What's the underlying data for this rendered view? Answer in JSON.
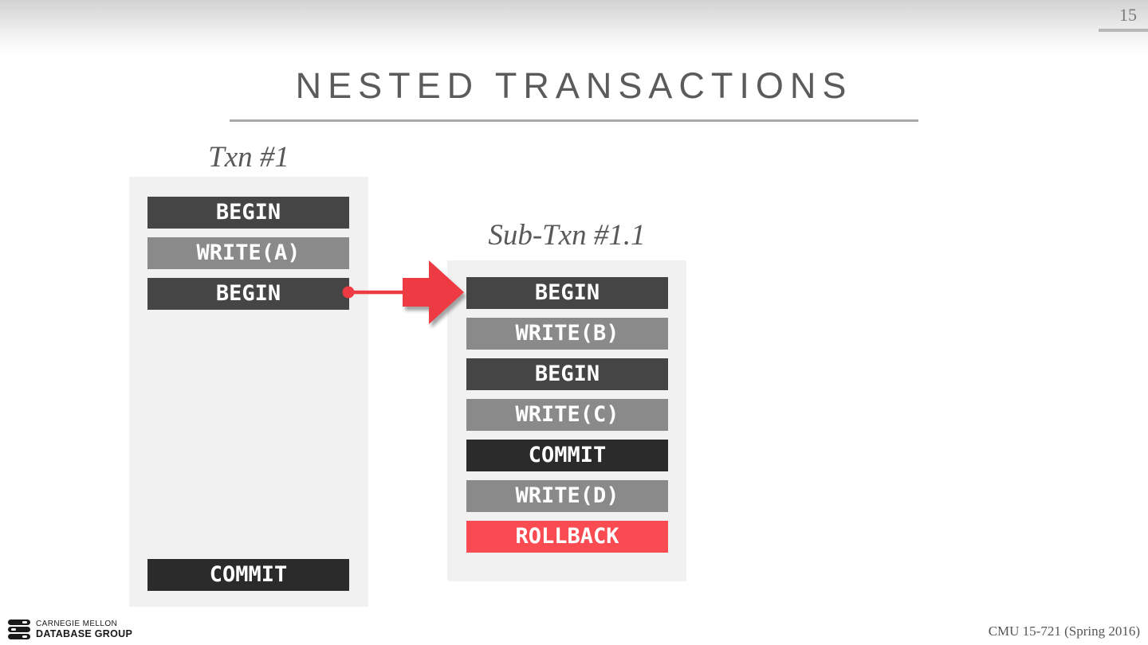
{
  "slide": {
    "page_number": "15",
    "title": "NESTED TRANSACTIONS",
    "footer_logo": {
      "line1": "CARNEGIE MELLON",
      "line2": "DATABASE GROUP"
    },
    "footer_course": "CMU 15-721 (Spring 2016)"
  },
  "diagram": {
    "txn1": {
      "label": "Txn #1",
      "ops": [
        {
          "text": "BEGIN",
          "type": "begin"
        },
        {
          "text": "WRITE(A)",
          "type": "write"
        },
        {
          "text": "BEGIN",
          "type": "begin"
        },
        {
          "text": "COMMIT",
          "type": "commit"
        }
      ]
    },
    "subtxn": {
      "label": "Sub-Txn #1.1",
      "ops": [
        {
          "text": "BEGIN",
          "type": "begin"
        },
        {
          "text": "WRITE(B)",
          "type": "write"
        },
        {
          "text": "BEGIN",
          "type": "begin"
        },
        {
          "text": "WRITE(C)",
          "type": "write"
        },
        {
          "text": "COMMIT",
          "type": "commit"
        },
        {
          "text": "WRITE(D)",
          "type": "write"
        },
        {
          "text": "ROLLBACK",
          "type": "rollback"
        }
      ]
    },
    "colors": {
      "begin": "#454545",
      "write": "#8a8a8a",
      "commit": "#2b2b2b",
      "rollback": "#f94b51",
      "arrow": "#ee3a43",
      "box_bg": "#f1f1f2"
    }
  }
}
